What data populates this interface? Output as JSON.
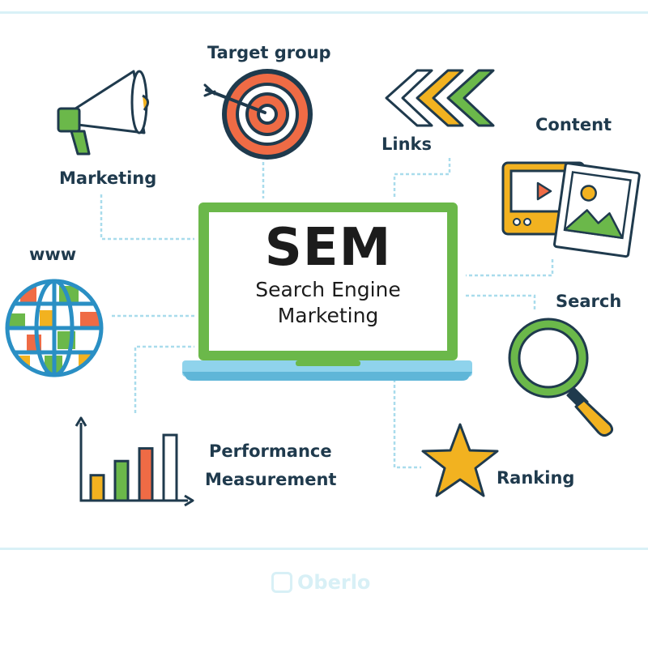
{
  "center": {
    "acronym": "SEM",
    "line1": "Search Engine",
    "line2": "Marketing"
  },
  "nodes": {
    "target_group": "Target group",
    "links": "Links",
    "content": "Content",
    "marketing": "Marketing",
    "www": "www",
    "search": "Search",
    "performance_line1": "Performance",
    "performance_line2": "Measurement",
    "ranking": "Ranking"
  },
  "icons": {
    "target_group": "bullseye-target-icon",
    "links": "chevron-links-icon",
    "content": "media-content-icon",
    "marketing": "megaphone-icon",
    "www": "globe-icon",
    "search": "magnifier-icon",
    "performance": "bar-chart-icon",
    "ranking": "star-icon"
  },
  "colors": {
    "green": "#6bb84a",
    "orange": "#ef6b45",
    "yellow": "#f2b220",
    "blue": "#2a8fc4",
    "light_blue": "#8fd3ec",
    "navy": "#1f3a4d",
    "connector": "#a9dcec"
  },
  "chart_bars": [
    0.34,
    0.53,
    0.7,
    0.88
  ],
  "watermark": "Oberlo"
}
